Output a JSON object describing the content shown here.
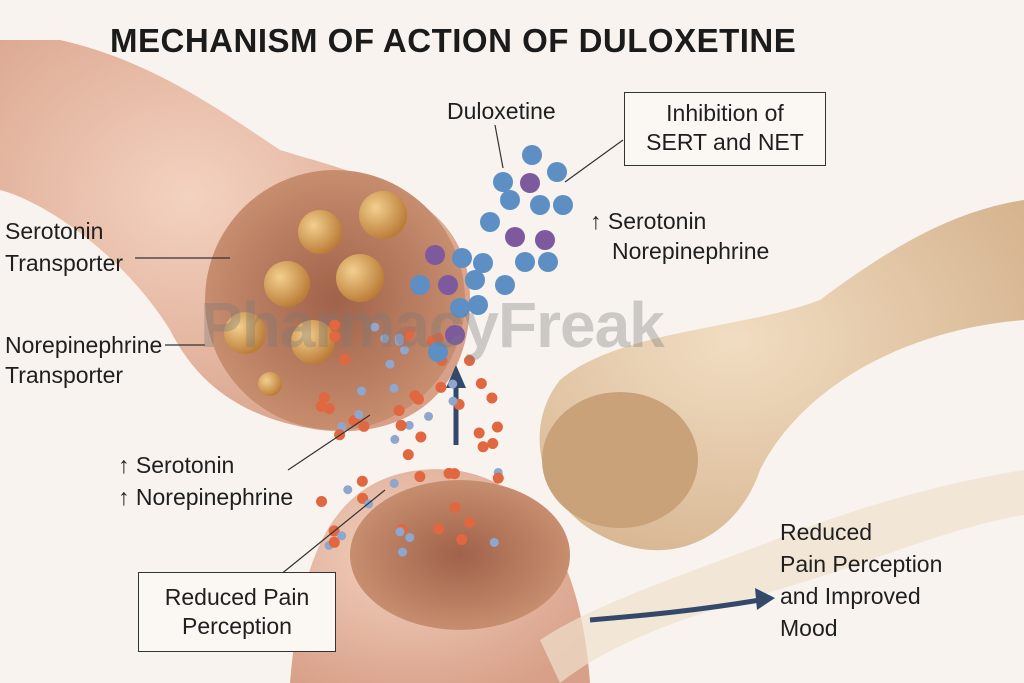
{
  "title": "MECHANISM OF ACTION OF DULOXETINE",
  "watermark": "PharmacyFreak",
  "labels": {
    "duloxetine": "Duloxetine",
    "inhibition_box": [
      "Inhibition of",
      "SERT and NET"
    ],
    "right_increase": [
      "↑ Serotonin",
      "Norepinephrine"
    ],
    "serotonin_transporter": [
      "Serotonin",
      "Transporter"
    ],
    "norepinephrine_transporter": [
      "Norepinephrine",
      "Transporter"
    ],
    "left_increase": [
      "↑ Serotonin",
      "↑ Norepinephrine"
    ],
    "reduced_pain_box": [
      "Reduced Pain",
      "Perception"
    ],
    "outcome": [
      "Reduced",
      "Pain Perception",
      "and Improved",
      "Mood"
    ]
  },
  "colors": {
    "neuron": "#e2b49c",
    "neuron_inner": "#b8775a",
    "vesicle": "#d59b4e",
    "serotonin_dot": "#e0673f",
    "norepinephrine_dot": "#8fa6cf",
    "molecule_blue": "#5e8fc4",
    "molecule_purple": "#7d5a9e",
    "arrow": "#34496a"
  }
}
